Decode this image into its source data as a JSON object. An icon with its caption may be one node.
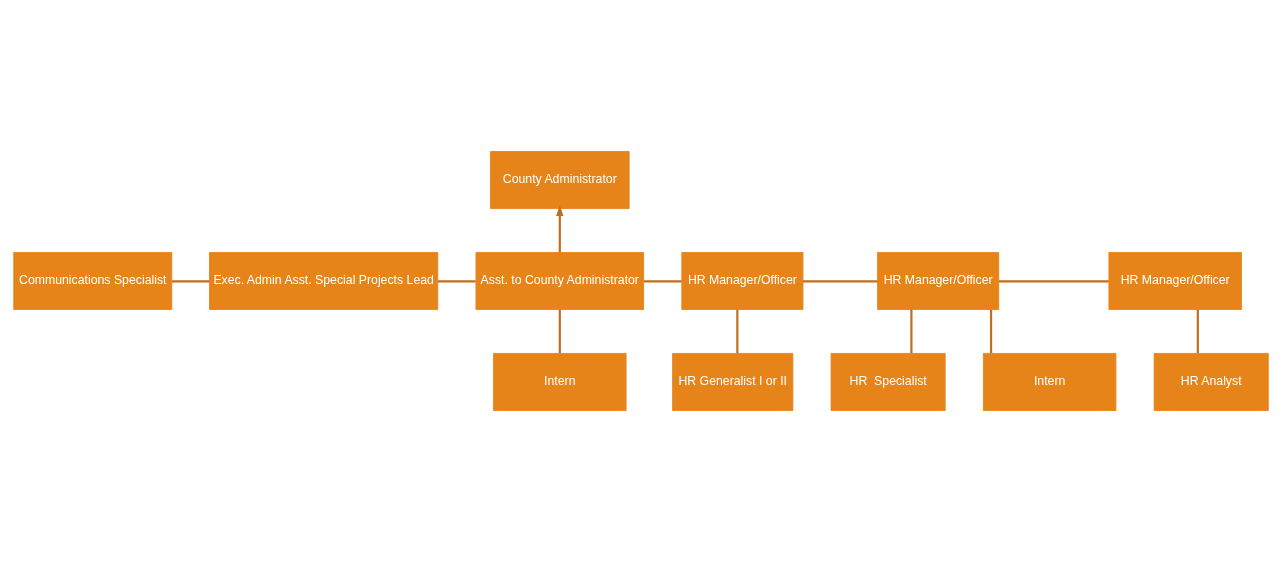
{
  "diagram": {
    "nodes": [
      {
        "text": [
          "County Administrator"
        ]
      },
      {
        "text": [
          "Communications Specialist"
        ]
      },
      {
        "text": [
          "Exec. Admin Asst. Special Projects Lead"
        ]
      },
      {
        "text": [
          "Asst. to County Administrator"
        ]
      },
      {
        "text": [
          "HR Manager/Officer"
        ]
      },
      {
        "text": [
          "HR Manager/Officer"
        ]
      },
      {
        "text": [
          "HR Manager/Officer"
        ]
      },
      {
        "text": [
          "HR Generalist I or II"
        ]
      },
      {
        "text": [
          "HR  Specialist"
        ]
      },
      {
        "text": [
          "HR Analyst"
        ]
      },
      {
        "text": [
          "Intern"
        ]
      },
      {
        "text": [
          "Intern"
        ]
      }
    ],
    "edges": [
      {
        "from": 3,
        "to": 0,
        "arrow": "to"
      },
      {
        "from": 1,
        "to": 2,
        "arrow": "none"
      },
      {
        "from": 2,
        "to": 3,
        "arrow": "none"
      },
      {
        "from": 3,
        "to": 4,
        "arrow": "none"
      },
      {
        "from": 4,
        "to": 5,
        "arrow": "none"
      },
      {
        "from": 5,
        "to": 6,
        "arrow": "none"
      },
      {
        "from": 4,
        "to": 7,
        "arrow": "none"
      },
      {
        "from": 5,
        "to": 8,
        "arrow": "none"
      },
      {
        "from": 6,
        "to": 9,
        "arrow": "none"
      },
      {
        "from": 3,
        "to": 10,
        "arrow": "none"
      },
      {
        "from": 5,
        "to": 11,
        "arrow": "none"
      }
    ]
  }
}
